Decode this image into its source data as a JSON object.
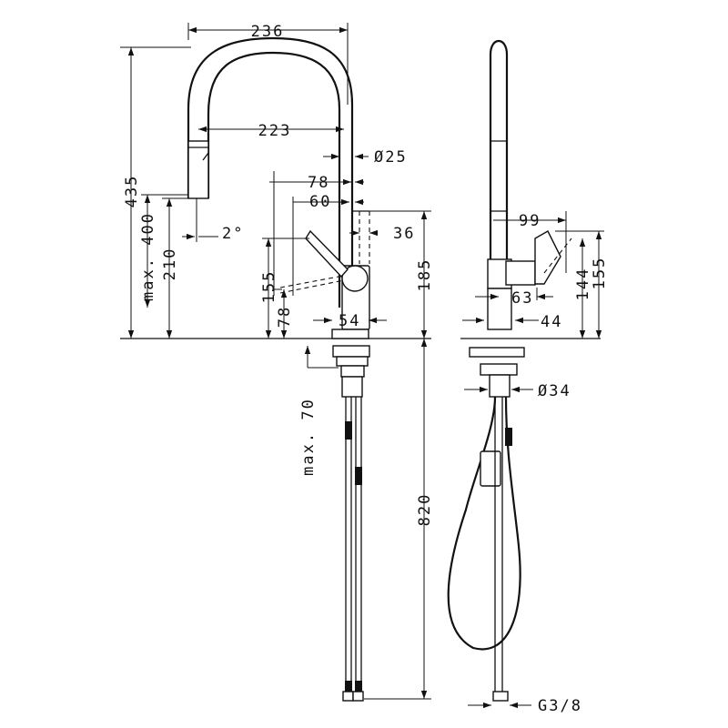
{
  "dimensions": {
    "spout_reach_outer": "236",
    "spout_reach_inner": "223",
    "total_height": "435",
    "spout_height_max": "max. 400",
    "spout_outlet_height": "210",
    "outlet_angle": "2°",
    "body_diameter": "Ø25",
    "lever_reach": "78",
    "lever_axis": "60",
    "lever_offset": "36",
    "lever_height": "155",
    "lever_base": "78",
    "base_width": "54",
    "body_height": "185",
    "countertop_max": "max. 70",
    "hose_length": "820",
    "side_lever_reach": "99",
    "side_lever_height_144": "144",
    "side_lever_height_155": "155",
    "side_body_depth": "63",
    "side_body_width": "44",
    "shank_diameter": "Ø34",
    "connection_thread": "G3/8"
  }
}
